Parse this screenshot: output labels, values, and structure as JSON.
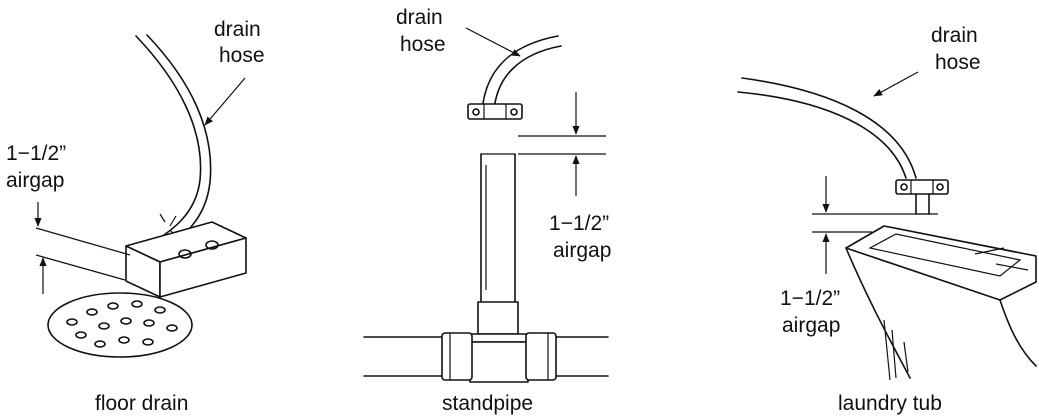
{
  "panels": [
    {
      "id": "floor-drain",
      "caption": "floor drain",
      "hose_label": [
        "drain",
        "hose"
      ],
      "airgap_label": [
        "1−1/2”",
        "airgap"
      ]
    },
    {
      "id": "standpipe",
      "caption": "standpipe",
      "hose_label": [
        "drain",
        "hose"
      ],
      "airgap_label": [
        "1−1/2”",
        "airgap"
      ]
    },
    {
      "id": "laundry-tub",
      "caption": "laundry tub",
      "hose_label": [
        "drain",
        "hose"
      ],
      "airgap_label": [
        "1−1/2”",
        "airgap"
      ]
    }
  ]
}
